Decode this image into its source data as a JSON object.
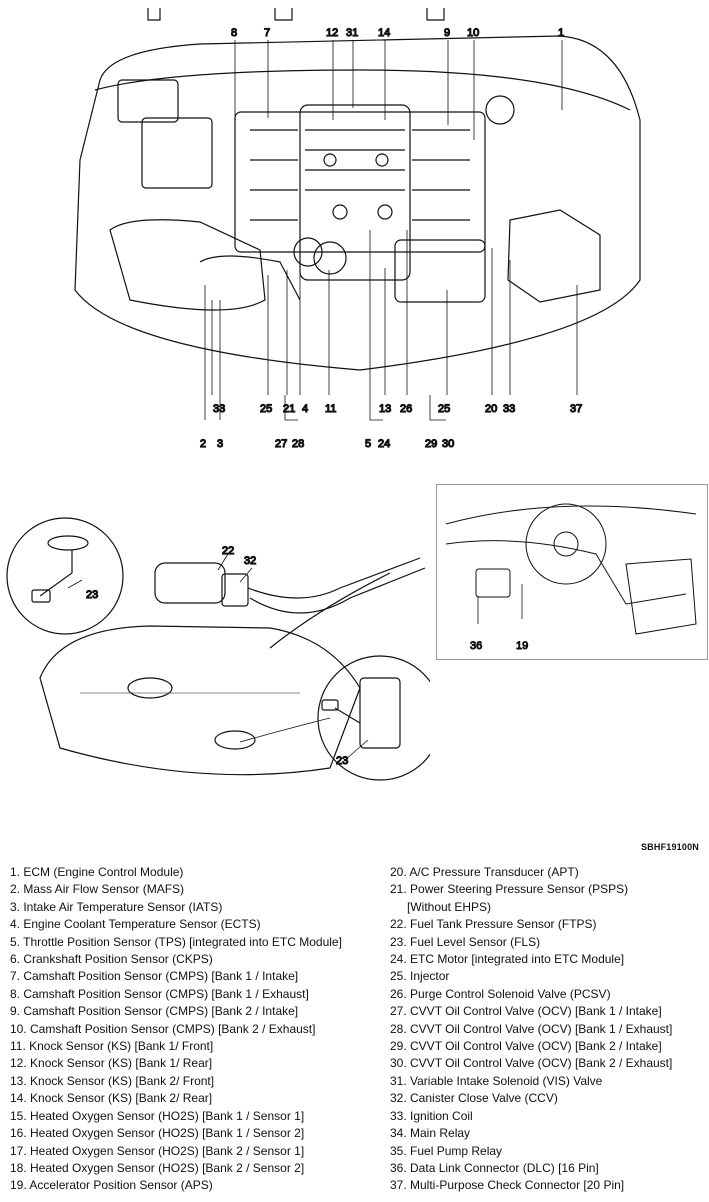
{
  "image_code": "SBHF19100N",
  "engine_callouts": {
    "top": [
      "8",
      "7",
      "12",
      "31",
      "14",
      "9",
      "10",
      "1"
    ],
    "bottom": [
      "33",
      "25",
      "21",
      "4",
      "11",
      "13",
      "26",
      "25",
      "20",
      "33",
      "37"
    ],
    "groups": [
      "2",
      "3",
      "27",
      "28",
      "5",
      "24",
      "29",
      "30"
    ]
  },
  "fuel_callouts": [
    "22",
    "32",
    "23",
    "23"
  ],
  "dash_callouts": [
    "36",
    "19"
  ],
  "legend_left": [
    "1. ECM (Engine Control Module)",
    "2. Mass Air Flow Sensor (MAFS)",
    "3. Intake Air Temperature Sensor (IATS)",
    "4. Engine Coolant Temperature Sensor (ECTS)",
    "5. Throttle Position Sensor (TPS) [integrated into ETC Module]",
    "6. Crankshaft Position Sensor (CKPS)",
    "7. Camshaft Position Sensor (CMPS) [Bank 1 / Intake]",
    "8. Camshaft Position Sensor (CMPS) [Bank 1 / Exhaust]",
    "9. Camshaft Position Sensor (CMPS) [Bank 2 / Intake]",
    "10. Camshaft Position Sensor (CMPS) [Bank 2 / Exhaust]",
    "11. Knock Sensor (KS) [Bank 1/ Front]",
    "12. Knock Sensor (KS) [Bank 1/ Rear]",
    "13. Knock Sensor (KS) [Bank 2/ Front]",
    "14. Knock Sensor (KS) [Bank 2/ Rear]",
    "15. Heated Oxygen Sensor (HO2S) [Bank 1 / Sensor 1]",
    "16. Heated Oxygen Sensor (HO2S) [Bank 1 / Sensor 2]",
    "17. Heated Oxygen Sensor (HO2S) [Bank 2 / Sensor 1]",
    "18. Heated Oxygen Sensor (HO2S) [Bank 2 / Sensor 2]",
    "19. Accelerator Position Sensor (APS)"
  ],
  "legend_right": [
    "20. A/C Pressure Transducer (APT)",
    "21. Power Steering Pressure Sensor (PSPS)",
    "[Without EHPS)",
    "22. Fuel Tank Pressure Sensor (FTPS)",
    "23. Fuel Level Sensor (FLS)",
    "24. ETC Motor [integrated into ETC Module]",
    "25. Injector",
    "26. Purge Control Solenoid Valve (PCSV)",
    "27. CVVT Oil Control Valve (OCV) [Bank 1 / Intake]",
    "28. CVVT Oil Control Valve (OCV) [Bank 1 / Exhaust]",
    "29. CVVT Oil Control Valve (OCV) [Bank 2 / Intake]",
    "30. CVVT Oil Control Valve (OCV) [Bank 2 / Exhaust]",
    "31. Variable Intake Solenoid (VIS) Valve",
    "32. Canister Close Valve (CCV)",
    "33. Ignition Coil",
    "34. Main Relay",
    "35. Fuel Pump Relay",
    "36. Data Link Connector (DLC) [16 Pin]",
    "37. Multi-Purpose Check Connector [20 Pin]"
  ]
}
